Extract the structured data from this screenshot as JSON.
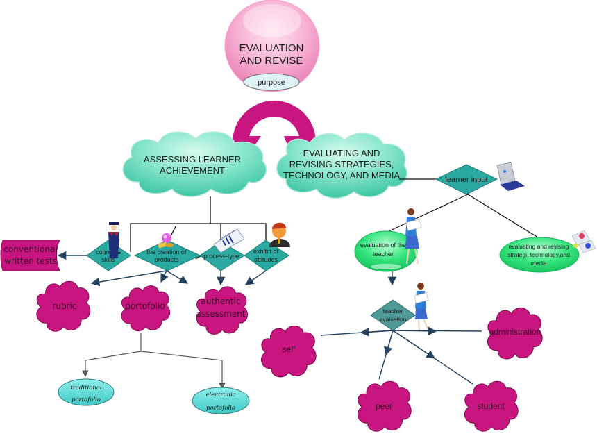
{
  "title": {
    "line1": "EVALUATION",
    "line2": "AND REVISE",
    "badge": "purpose"
  },
  "colors": {
    "magenta": "#c8157f",
    "pink_bubble": "#f6a9cf",
    "teal_cloud": "#6fdcc0",
    "teal_diamond": "#2aa9a0",
    "grey_teal_diamond": "#4f9a98",
    "green_ellipse": "#2ee37a",
    "cyan_ellipse": "#5fd6d4",
    "arrow": "#24415e"
  },
  "branches": {
    "left": {
      "line1": "ASSESSING LEARNER",
      "line2": "ACHIEVEMENT"
    },
    "right": {
      "line1": "EVALUATING AND",
      "line2": "REVISING STRATEGIES,",
      "line3": "TECHNOLOGY, AND MEDIA"
    }
  },
  "left_diamonds": [
    {
      "line1": "cognitive",
      "line2": "skills",
      "icon": "graduate-icon"
    },
    {
      "line1": "the creation of",
      "line2": "products",
      "icon": "crystal-ball-icon"
    },
    {
      "line1": "process-type",
      "line2": "",
      "icon": "report-chart-icon"
    },
    {
      "line1": "exhibit of",
      "line2": "attitudes",
      "icon": "person-icon"
    }
  ],
  "conventional": {
    "line1": "conventional",
    "line2": "written tests"
  },
  "left_clouds": {
    "rubric": "rubric",
    "portofolio": "portofolio",
    "authentic_line1": "authentic",
    "authentic_line2": "assessment"
  },
  "portfolio_types": [
    {
      "line1": "traditional",
      "line2": "portofolio"
    },
    {
      "line1": "electronic",
      "line2": "portofolio"
    }
  ],
  "right_side": {
    "learner_input": "learner input",
    "eval_teacher_line1": "evaluation of the",
    "eval_teacher_line2": "teacher",
    "eval_revise_line1": "evaluating and revising",
    "eval_revise_line2": "strategi, technology,and",
    "eval_revise_line3": "media",
    "teacher_eval_line1": "teacher",
    "teacher_eval_line2": "evaluation"
  },
  "right_clouds": {
    "self": "self",
    "administration": "administration",
    "peer": "peer",
    "student": "student"
  }
}
